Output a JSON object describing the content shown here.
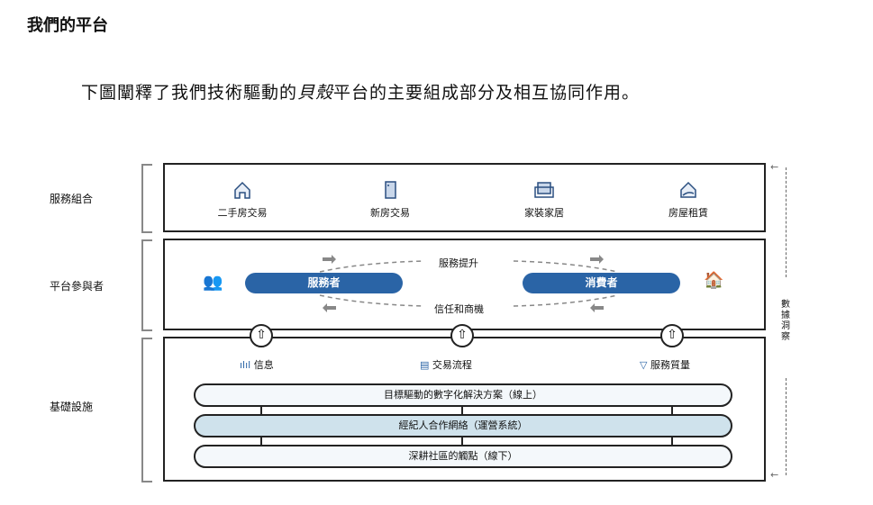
{
  "title": "我們的平台",
  "intro": {
    "before": "下圖闡釋了我們技術驅動的",
    "brand": "貝殼",
    "after": "平台的主要組成部分及相互協同作用。"
  },
  "layers": {
    "portfolio": "服務組合",
    "participants": "平台參與者",
    "infrastructure": "基礎設施"
  },
  "services": [
    "二手房交易",
    "新房交易",
    "家裝家居",
    "房屋租賃"
  ],
  "participants": {
    "provider": "服務者",
    "consumer": "消費者",
    "upper_flow": "服務提升",
    "lower_flow": "信任和商機"
  },
  "features": [
    "信息",
    "交易流程",
    "服務質量"
  ],
  "foundations": [
    "目標驅動的數字化解決方案（線上）",
    "經紀人合作網絡（運營系統）",
    "深耕社區的觸點（線下）"
  ],
  "side_label": "數據洞察",
  "colors": {
    "accent": "#2a64a6",
    "network": "#cfe2ec"
  }
}
